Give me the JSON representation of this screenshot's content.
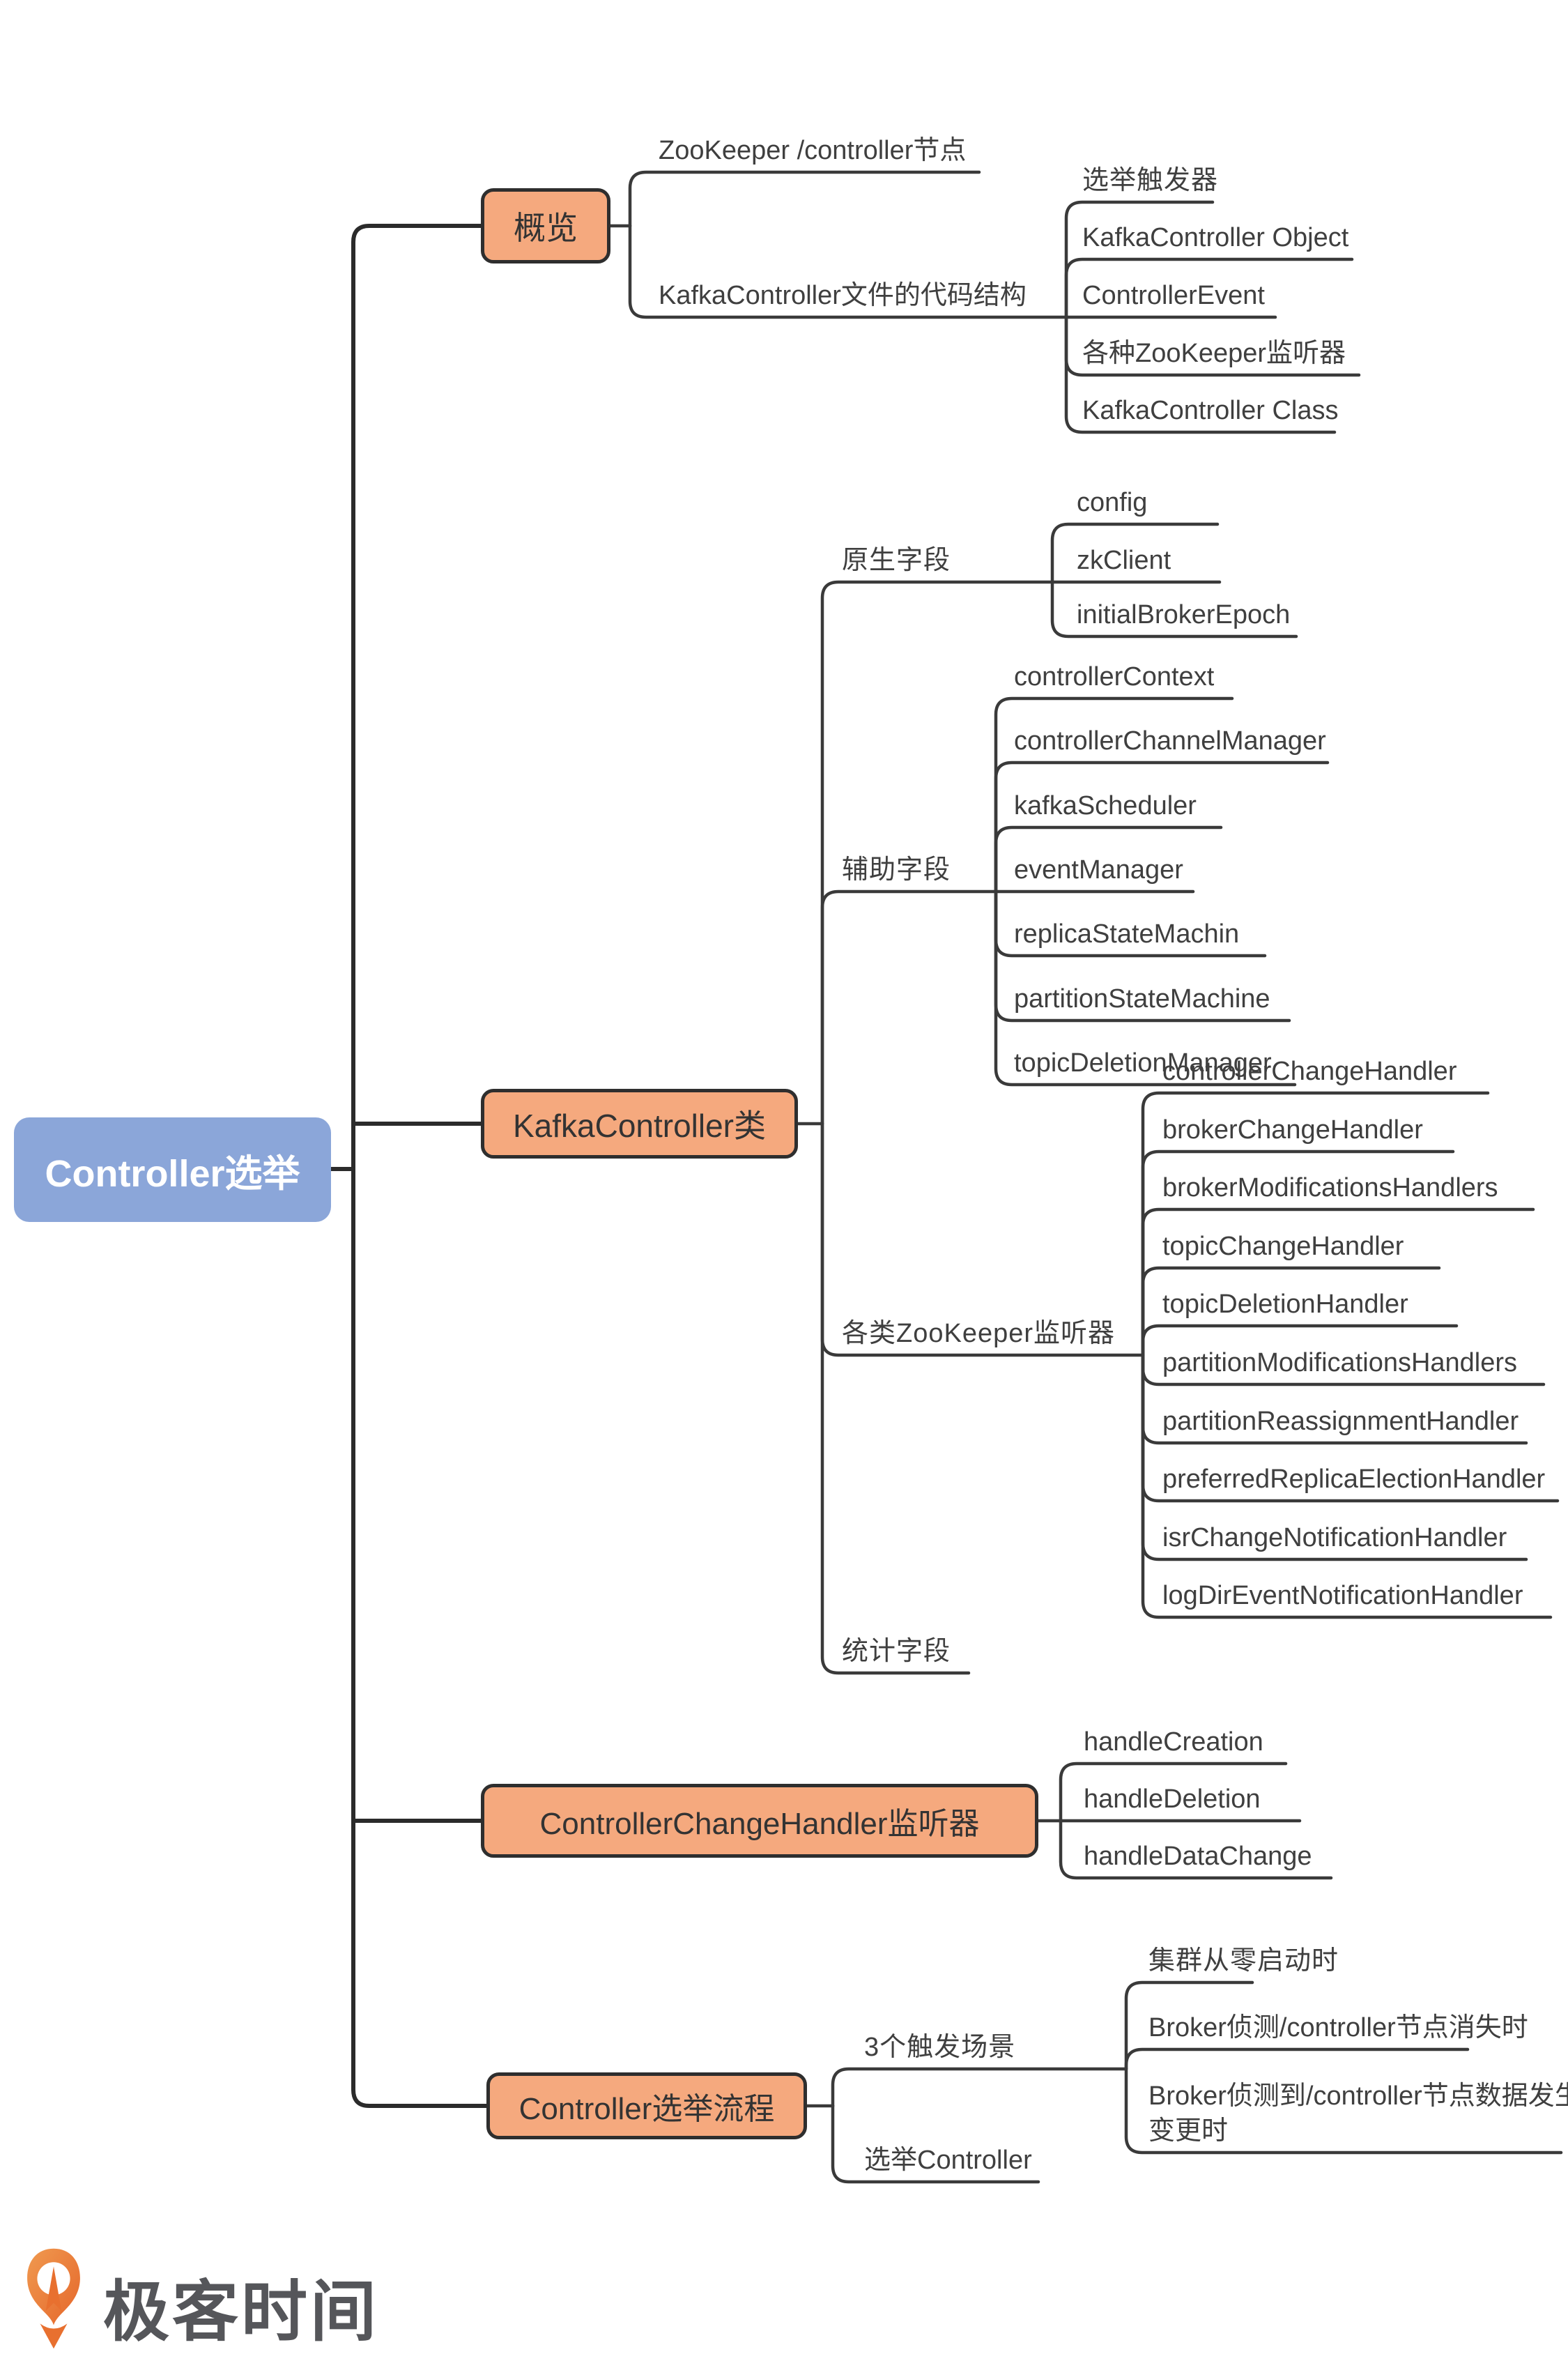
{
  "root": {
    "label": "Controller选举"
  },
  "branches": [
    {
      "label": "概览",
      "children": [
        {
          "label": "ZooKeeper /controller节点"
        },
        {
          "label": "KafkaController文件的代码结构",
          "children": [
            "选举触发器",
            "KafkaController Object",
            "ControllerEvent",
            "各种ZooKeeper监听器",
            "KafkaController Class"
          ]
        }
      ]
    },
    {
      "label": "KafkaController类",
      "children": [
        {
          "label": "原生字段",
          "children": [
            "config",
            "zkClient",
            "initialBrokerEpoch"
          ]
        },
        {
          "label": "辅助字段",
          "children": [
            "controllerContext",
            "controllerChannelManager",
            "kafkaScheduler",
            "eventManager",
            "replicaStateMachin",
            "partitionStateMachine",
            "topicDeletionManager"
          ]
        },
        {
          "label": "各类ZooKeeper监听器",
          "children": [
            "controllerChangeHandler",
            "brokerChangeHandler",
            "brokerModificationsHandlers",
            "topicChangeHandler",
            "topicDeletionHandler",
            "partitionModificationsHandlers",
            "partitionReassignmentHandler",
            "preferredReplicaElectionHandler",
            "isrChangeNotificationHandler",
            "logDirEventNotificationHandler"
          ]
        },
        {
          "label": "统计字段"
        }
      ]
    },
    {
      "label": "ControllerChangeHandler监听器",
      "children": [
        "handleCreation",
        "handleDeletion",
        "handleDataChange"
      ]
    },
    {
      "label": "Controller选举流程",
      "children": [
        {
          "label": "3个触发场景",
          "children": [
            "集群从零启动时",
            "Broker侦测/controller节点消失时",
            "Broker侦测到/controller节点数据发生变更时"
          ]
        },
        {
          "label": "选举Controller"
        }
      ]
    }
  ],
  "logo": {
    "text": "极客时间"
  },
  "colors": {
    "root_fill": "#8BA6D9",
    "branch_fill": "#F5A97E",
    "line": "#333333",
    "border": "#2E2E2E",
    "label_text": "#3F3F3F",
    "logo_orange": "#E8702F",
    "logo_text": "#55565A"
  }
}
